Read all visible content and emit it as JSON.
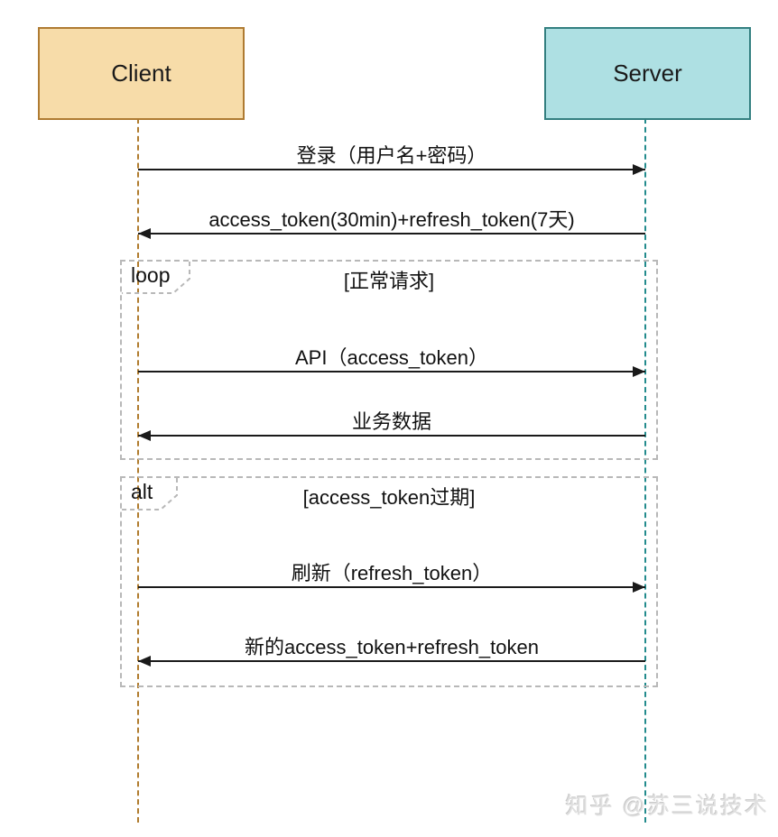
{
  "diagram": {
    "type": "uml-sequence",
    "participants": [
      {
        "name": "Client",
        "fill": "#f7dca9",
        "border": "#af7b32",
        "lifeline_color": "#b07c2e"
      },
      {
        "name": "Server",
        "fill": "#aee0e3",
        "border": "#337f80",
        "lifeline_color": "#238b8d"
      }
    ],
    "messages": [
      {
        "label": "登录（用户名+密码）",
        "from": "Client",
        "to": "Server",
        "direction": "right"
      },
      {
        "label": "access_token(30min)+refresh_token(7天)",
        "from": "Server",
        "to": "Client",
        "direction": "left"
      },
      {
        "label": "API（access_token）",
        "from": "Client",
        "to": "Server",
        "direction": "right"
      },
      {
        "label": "业务数据",
        "from": "Server",
        "to": "Client",
        "direction": "left"
      },
      {
        "label": "刷新（refresh_token）",
        "from": "Client",
        "to": "Server",
        "direction": "right"
      },
      {
        "label": "新的access_token+refresh_token",
        "from": "Server",
        "to": "Client",
        "direction": "left"
      }
    ],
    "frames": [
      {
        "operator": "loop",
        "condition": "[正常请求]"
      },
      {
        "operator": "alt",
        "condition": "[access_token过期]"
      }
    ],
    "colors": {
      "arrow": "#1a1a1a",
      "frame_border": "#b8b8b8",
      "background": "#ffffff",
      "watermark_text": "#e0e0e0"
    },
    "watermark": "知乎 @苏三说技术"
  }
}
